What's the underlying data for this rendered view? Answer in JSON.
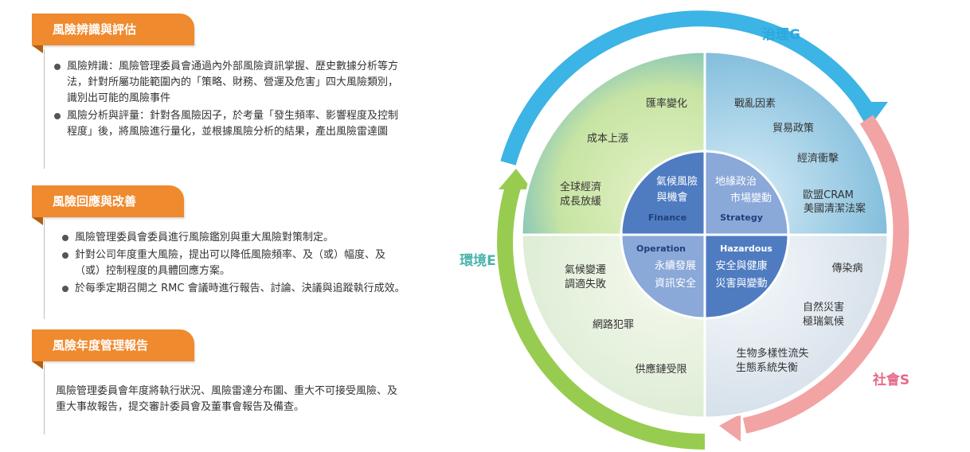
{
  "sections": [
    {
      "title": "風險辨識與評估",
      "items": [
        "風險辨識：風險管理委員會通過內外部風險資訊掌握、歷史數據分析等方法，針對所屬功能範圍內的「策略、財務、營運及危害」四大風險類別，識別出可能的風險事件",
        "風險分析與評量：針對各風險因子，於考量「發生頻率、影響程度及控制程度」後，將風險進行量化，並根據風險分析的結果，產出風險雷達圖"
      ]
    },
    {
      "title": "風險回應與改善",
      "items": [
        "風險管理委員會委員進行風險鑑別與重大風險對策制定。",
        "針對公司年度重大風險，提出可以降低風險頻率、及（或）幅度、及（或）控制程度的具體回應方案。",
        "於每季定期召開之 RMC 會議時進行報告、討論、決議與追蹤執行成效。"
      ]
    },
    {
      "title": "風險年度管理報告",
      "text": "風險管理委員會年度將執行狀況、風險雷達分布圖、重大不可接受風險、及重大事故報告，提交審計委員會及董事會報告及備查。"
    }
  ],
  "diagram": {
    "arc_labels": {
      "governance": "治理G",
      "environment": "環境E",
      "social": "社會S"
    },
    "colors": {
      "governance": "#2aa8df",
      "environment": "#8cc63f",
      "social": "#ef8a8a",
      "inner": "#4f7cc1",
      "inner_light": "#8aa8d8"
    },
    "center": {
      "finance": {
        "lines": [
          "氣候風險",
          "與機會"
        ],
        "en": "Finance"
      },
      "strategy": {
        "lines": [
          "地緣政治",
          "市場變動"
        ],
        "en": "Strategy"
      },
      "operation": {
        "lines": [
          "永續發展",
          "資訊安全"
        ],
        "en": "Operation"
      },
      "hazardous": {
        "lines": [
          "安全與健康",
          "災害與變動"
        ],
        "en": "Hazardous"
      }
    },
    "outer_labels": {
      "top_left": [
        "匯率變化",
        "成本上漲",
        "全球經濟",
        "成長放緩"
      ],
      "top_right": [
        "戰亂因素",
        "貿易政策",
        "經濟衝擊",
        "歐盟CRAM",
        "美國清潔法案"
      ],
      "bottom_left": [
        "氣候變遷",
        "調適失敗",
        "網路犯罪",
        "供應鏈受限"
      ],
      "bottom_right": [
        "傳染病",
        "自然災害",
        "極瑞氣候",
        "生物多樣性流失",
        "生態系統失衡"
      ]
    }
  }
}
